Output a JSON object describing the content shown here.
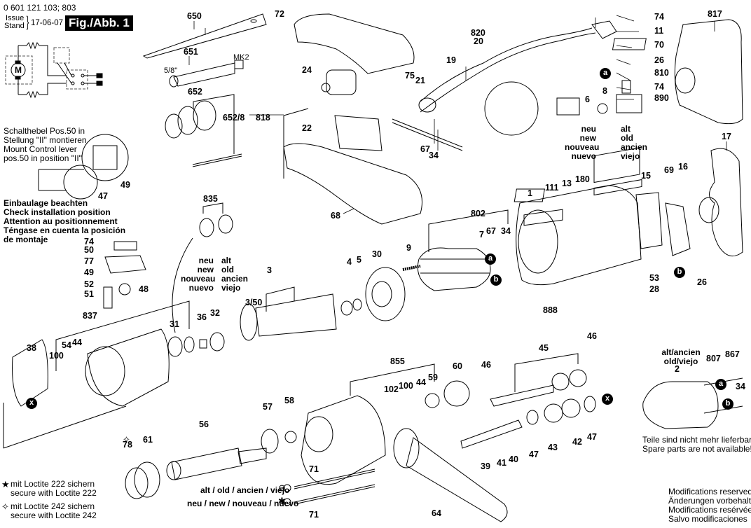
{
  "header": {
    "part_number": "0 601 121 103; 803",
    "issue_label": "Issue",
    "stand_label": "Stand",
    "date": "17-06-07",
    "figure_label": "Fig./Abb. 1"
  },
  "wiring_diagram": {
    "motor_label": "M"
  },
  "notes": {
    "control_lever": [
      "Schalthebel Pos.50 in",
      "Stellung \"II\" montieren",
      "Mount Control lever",
      "pos.50 in position \"II\""
    ],
    "install_position": [
      "Einbaulage beachten",
      "Check installation position",
      "Attention au positionnement",
      "Téngase en cuenta la posición",
      "de montaje"
    ],
    "loctite_222": [
      "mit Loctite 222 sichern",
      "secure with Loctite 222"
    ],
    "loctite_242": [
      "mit Loctite 242 sichern",
      "secure with Loctite 242"
    ],
    "screw_old": "alt / old / ancien / viejo",
    "screw_new": "neu / new / nouveau / nuevo",
    "not_available": [
      "Teile sind nicht mehr lieferbar!",
      "Spare parts are not available!"
    ],
    "modifications": [
      "Modifications reserved",
      "Änderungen vorbehalten",
      "Modifications resérvées",
      "Salvo modificaciones"
    ],
    "new_label": [
      "neu",
      "new",
      "nouveau",
      "nuevo"
    ],
    "old_label": [
      "alt",
      "old",
      "ancien",
      "viejo"
    ],
    "old_stator_label": [
      "alt/ancien",
      "old/viejo"
    ],
    "thread_label": "5/8\"",
    "taper_label": "MK2"
  },
  "markers": {
    "a": "a",
    "b": "b",
    "x": "x"
  },
  "parts": [
    {
      "id": "p650",
      "label": "650"
    },
    {
      "id": "p651",
      "label": "651"
    },
    {
      "id": "p652",
      "label": "652"
    },
    {
      "id": "p652_8",
      "label": "652/8"
    },
    {
      "id": "p72",
      "label": "72"
    },
    {
      "id": "p818",
      "label": "818"
    },
    {
      "id": "p24",
      "label": "24"
    },
    {
      "id": "p22",
      "label": "22"
    },
    {
      "id": "p68",
      "label": "68"
    },
    {
      "id": "p75",
      "label": "75"
    },
    {
      "id": "p21",
      "label": "21"
    },
    {
      "id": "p19",
      "label": "19"
    },
    {
      "id": "p820",
      "label": "820"
    },
    {
      "id": "p20",
      "label": "20"
    },
    {
      "id": "p67a",
      "label": "67"
    },
    {
      "id": "p34a",
      "label": "34"
    },
    {
      "id": "p6",
      "label": "6"
    },
    {
      "id": "p8",
      "label": "8"
    },
    {
      "id": "p74a",
      "label": "74"
    },
    {
      "id": "p11",
      "label": "11"
    },
    {
      "id": "p70",
      "label": "70"
    },
    {
      "id": "p26a",
      "label": "26"
    },
    {
      "id": "p810",
      "label": "810"
    },
    {
      "id": "p74b",
      "label": "74"
    },
    {
      "id": "p890",
      "label": "890"
    },
    {
      "id": "p817",
      "label": "817"
    },
    {
      "id": "p17",
      "label": "17"
    },
    {
      "id": "p49a",
      "label": "49"
    },
    {
      "id": "p47a",
      "label": "47"
    },
    {
      "id": "p835",
      "label": "835"
    },
    {
      "id": "p74c",
      "label": "74"
    },
    {
      "id": "p50",
      "label": "50"
    },
    {
      "id": "p77",
      "label": "77"
    },
    {
      "id": "p49b",
      "label": "49"
    },
    {
      "id": "p52",
      "label": "52"
    },
    {
      "id": "p51",
      "label": "51"
    },
    {
      "id": "p48",
      "label": "48"
    },
    {
      "id": "p3",
      "label": "3"
    },
    {
      "id": "p3_50",
      "label": "3/50"
    },
    {
      "id": "p4",
      "label": "4"
    },
    {
      "id": "p5",
      "label": "5"
    },
    {
      "id": "p30",
      "label": "30"
    },
    {
      "id": "p9",
      "label": "9"
    },
    {
      "id": "p802",
      "label": "802"
    },
    {
      "id": "p7",
      "label": "7"
    },
    {
      "id": "p67b",
      "label": "67"
    },
    {
      "id": "p34b",
      "label": "34"
    },
    {
      "id": "p1",
      "label": "1"
    },
    {
      "id": "p111",
      "label": "111"
    },
    {
      "id": "p13",
      "label": "13"
    },
    {
      "id": "p180",
      "label": "180"
    },
    {
      "id": "p15",
      "label": "15"
    },
    {
      "id": "p69",
      "label": "69"
    },
    {
      "id": "p16",
      "label": "16"
    },
    {
      "id": "p53",
      "label": "53"
    },
    {
      "id": "p28",
      "label": "28"
    },
    {
      "id": "p26b",
      "label": "26"
    },
    {
      "id": "p888",
      "label": "888"
    },
    {
      "id": "p837",
      "label": "837"
    },
    {
      "id": "p38",
      "label": "38"
    },
    {
      "id": "p100a",
      "label": "100"
    },
    {
      "id": "p54",
      "label": "54"
    },
    {
      "id": "p44a",
      "label": "44"
    },
    {
      "id": "p31",
      "label": "31"
    },
    {
      "id": "p36",
      "label": "36"
    },
    {
      "id": "p32",
      "label": "32"
    },
    {
      "id": "p855",
      "label": "855"
    },
    {
      "id": "p102",
      "label": "102"
    },
    {
      "id": "p100b",
      "label": "100"
    },
    {
      "id": "p44b",
      "label": "44"
    },
    {
      "id": "p59",
      "label": "59"
    },
    {
      "id": "p60",
      "label": "60"
    },
    {
      "id": "p46a",
      "label": "46"
    },
    {
      "id": "p45",
      "label": "45"
    },
    {
      "id": "p46b",
      "label": "46"
    },
    {
      "id": "p57",
      "label": "57"
    },
    {
      "id": "p58",
      "label": "58"
    },
    {
      "id": "p56",
      "label": "56"
    },
    {
      "id": "p78",
      "label": "78"
    },
    {
      "id": "p61",
      "label": "61"
    },
    {
      "id": "p71a",
      "label": "71"
    },
    {
      "id": "p71b",
      "label": "71"
    },
    {
      "id": "p64",
      "label": "64"
    },
    {
      "id": "p39",
      "label": "39"
    },
    {
      "id": "p41",
      "label": "41"
    },
    {
      "id": "p40",
      "label": "40"
    },
    {
      "id": "p47b",
      "label": "47"
    },
    {
      "id": "p43",
      "label": "43"
    },
    {
      "id": "p42",
      "label": "42"
    },
    {
      "id": "p47c",
      "label": "47"
    },
    {
      "id": "p2",
      "label": "2"
    },
    {
      "id": "p807",
      "label": "807"
    },
    {
      "id": "p867",
      "label": "867"
    },
    {
      "id": "p34c",
      "label": "34"
    }
  ]
}
